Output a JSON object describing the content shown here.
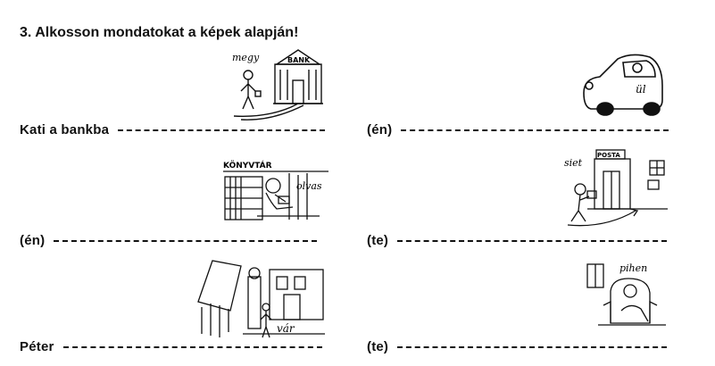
{
  "title": "3. Alkosson mondatokat a képek alapján!",
  "rows": [
    {
      "prefix": "Kati a bankba",
      "picture_label": "megy",
      "sign": "BANK"
    },
    {
      "prefix": "(én)",
      "picture_label": "ül"
    },
    {
      "prefix": "(én)",
      "picture_label": "olvas",
      "sign": "KÖNYVTÁR"
    },
    {
      "prefix": "(te)",
      "picture_label": "siet",
      "sign": "POSTA"
    },
    {
      "prefix": "Péter",
      "picture_label": "vár"
    },
    {
      "prefix": "(te)",
      "picture_label": "pihen"
    }
  ]
}
